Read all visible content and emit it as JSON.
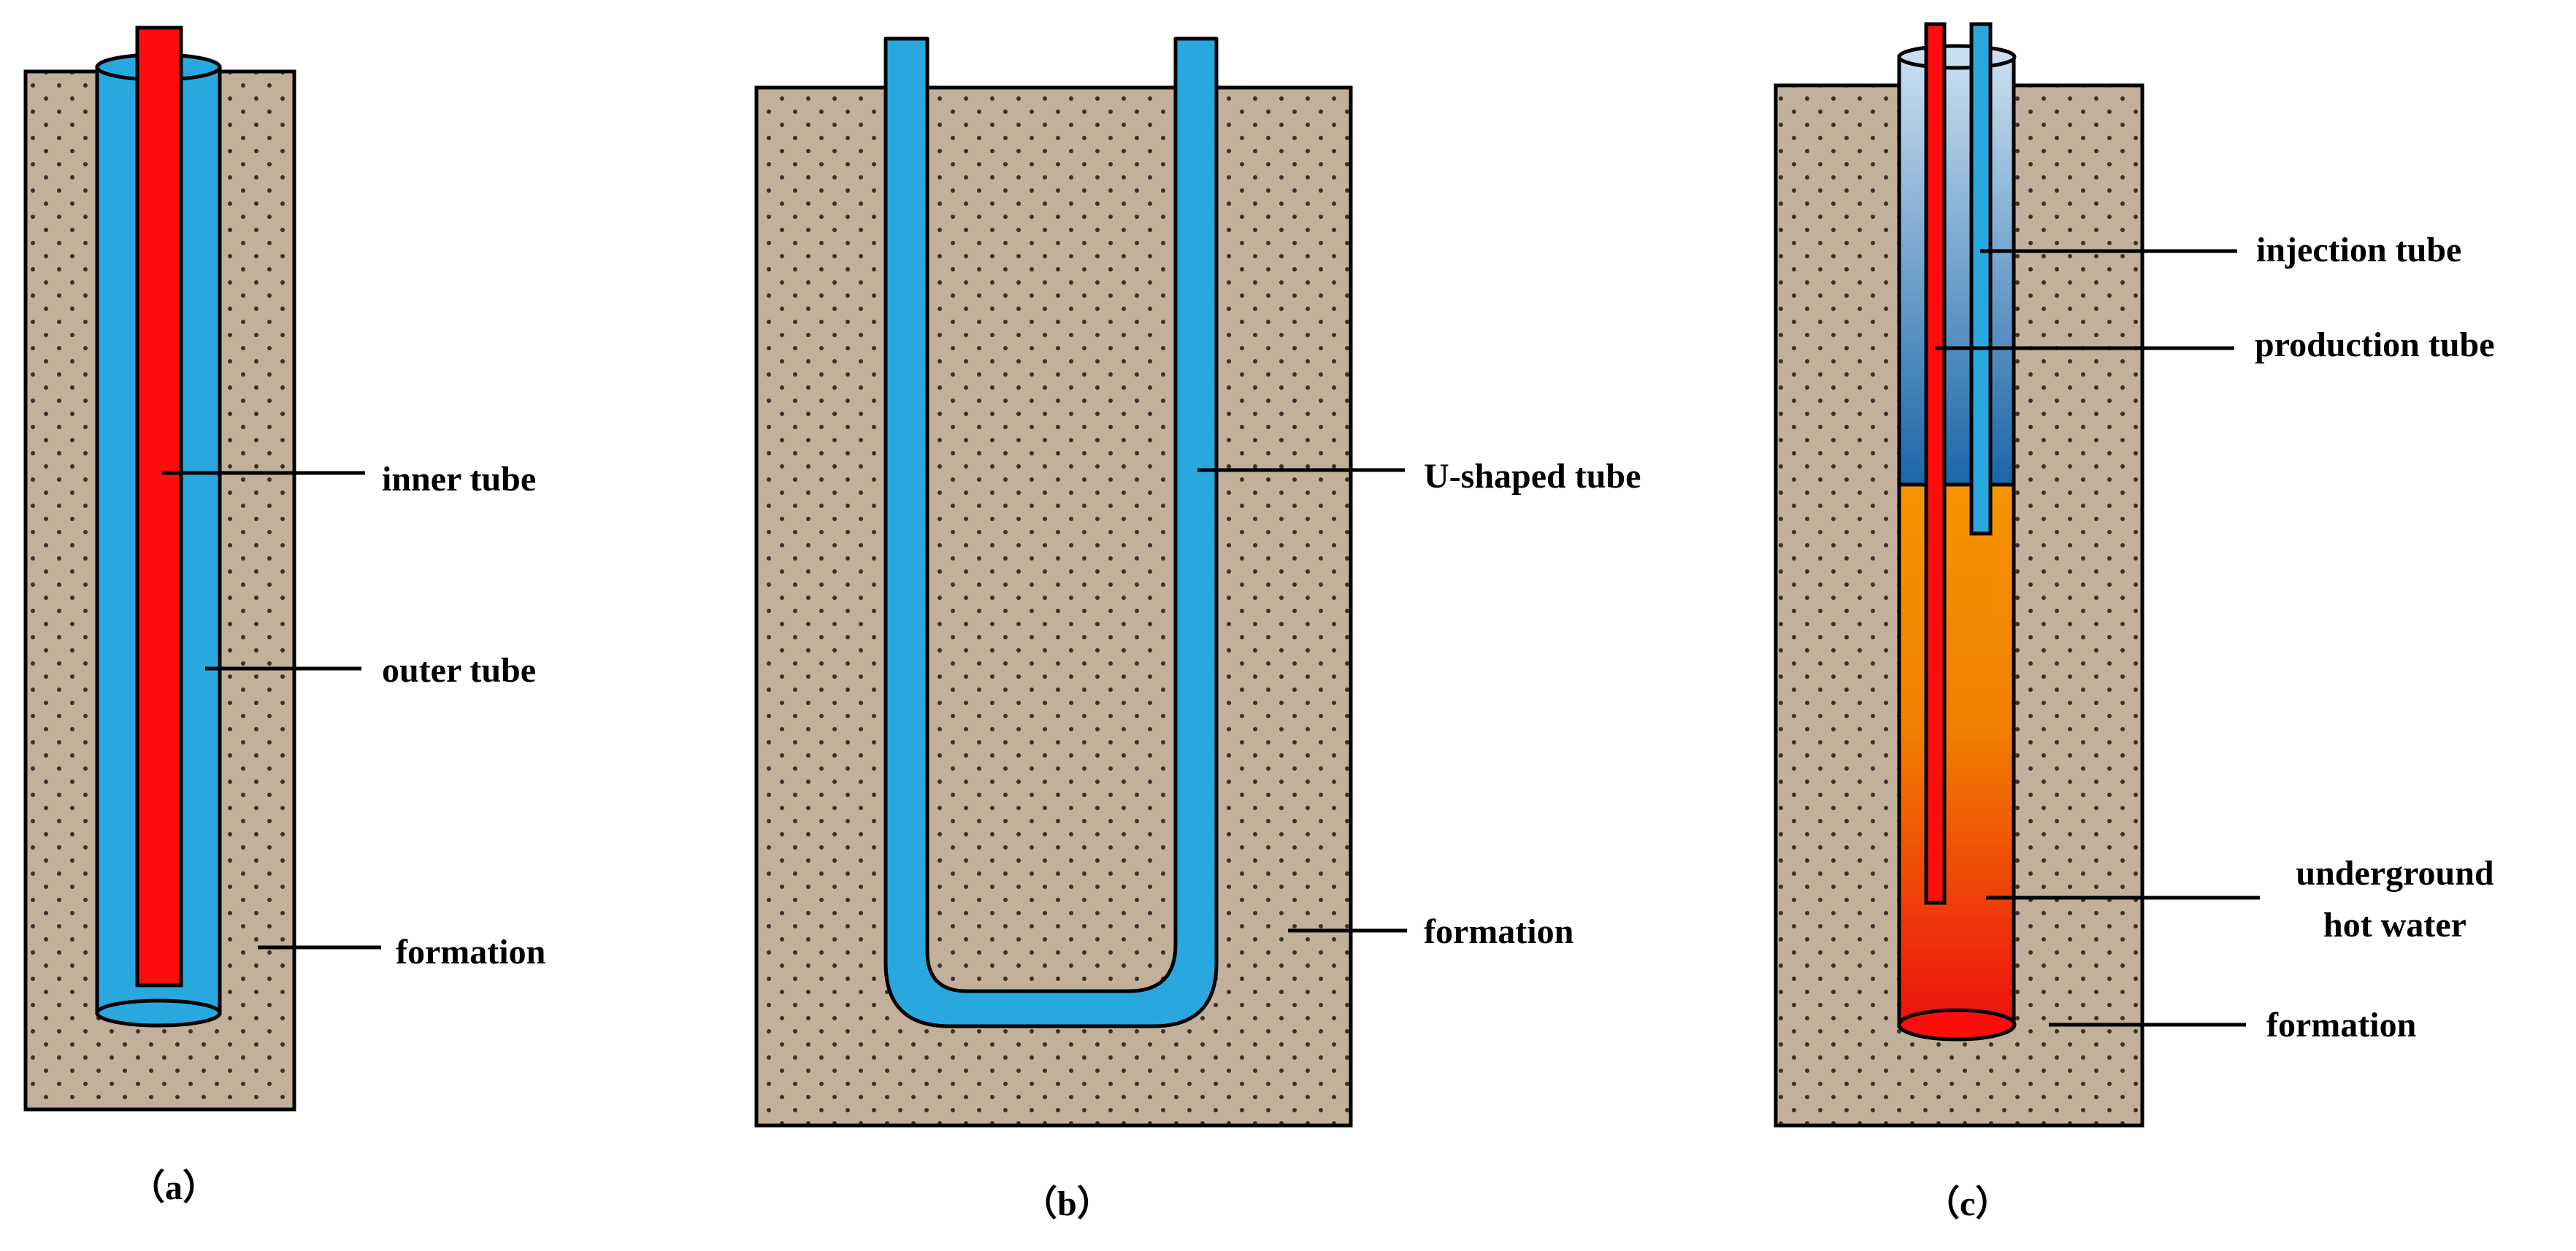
{
  "colors": {
    "formation": "#c2b09a",
    "formation_dots": "#3a3228",
    "blue_tube": "#29a8e0",
    "red_tube": "#ff0d0d",
    "light_blue_top": "#c9def0",
    "dark_blue_bottom": "#1a66a8",
    "hot_water_top": "#f59300",
    "hot_water_bottom": "#ee1010"
  },
  "panels": {
    "a": {
      "caption": "（a）",
      "labels": {
        "inner_tube": "inner tube",
        "outer_tube": "outer tube",
        "formation": "formation"
      }
    },
    "b": {
      "caption": "（b）",
      "labels": {
        "u_shaped_tube": "U-shaped tube",
        "formation": "formation"
      }
    },
    "c": {
      "caption": "（c）",
      "labels": {
        "injection_tube": "injection tube",
        "production_tube": "production tube",
        "hot_water_line1": "underground",
        "hot_water_line2": "hot water",
        "formation": "formation"
      }
    }
  }
}
